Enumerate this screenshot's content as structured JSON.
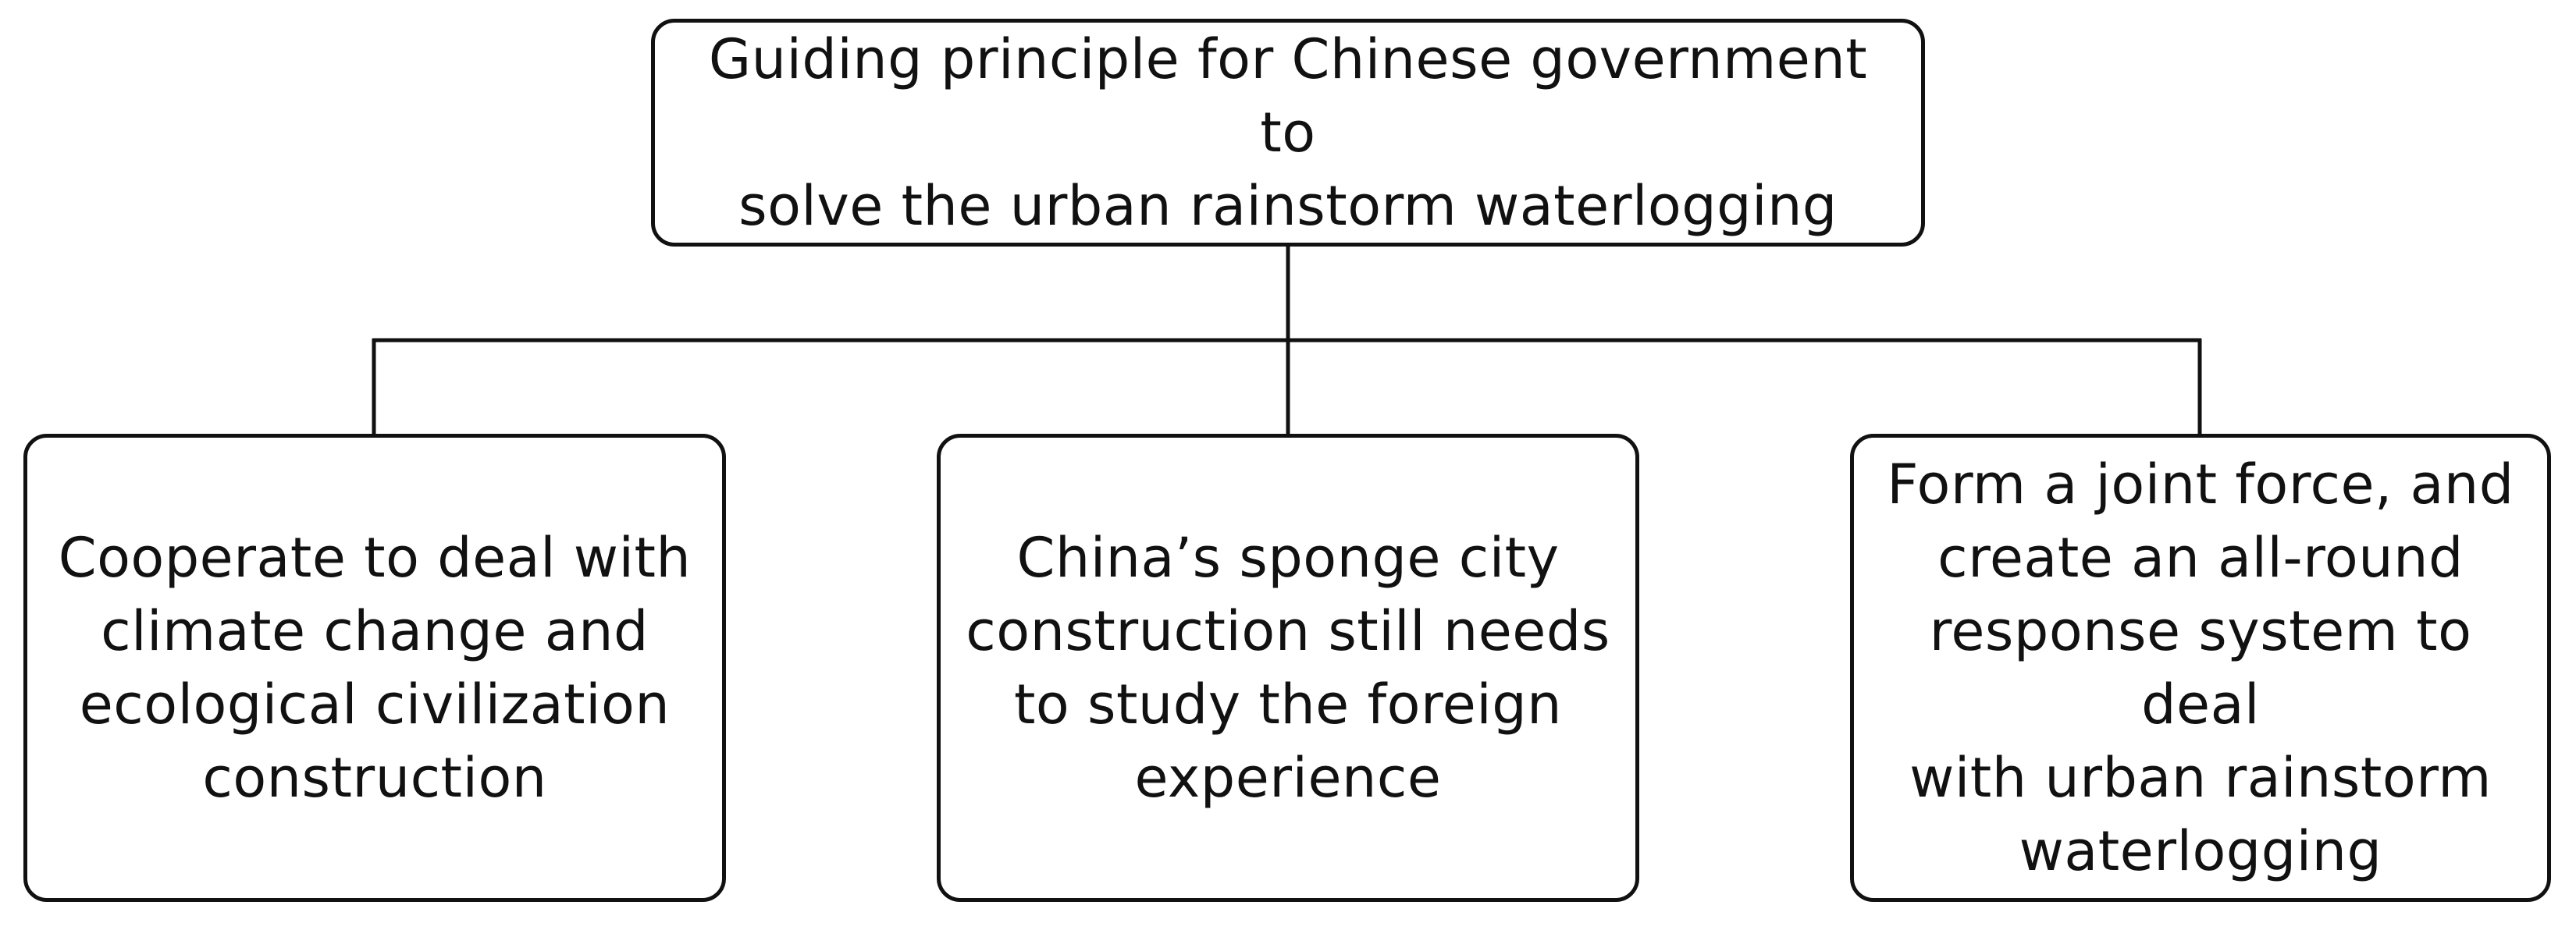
{
  "diagram": {
    "type": "tree",
    "root": {
      "lines": [
        "Guiding principle for Chinese government to",
        "solve the urban rainstorm waterlogging"
      ]
    },
    "children": [
      {
        "lines": [
          "Cooperate to deal with",
          "climate change and",
          "ecological civilization",
          "construction"
        ]
      },
      {
        "lines": [
          "China’s sponge city",
          "construction still needs",
          "to study the foreign",
          "experience"
        ]
      },
      {
        "lines": [
          "Form a joint force, and",
          "create an all-round",
          "response system to deal",
          "with urban rainstorm",
          "waterlogging"
        ]
      }
    ],
    "colors": {
      "border": "#111111",
      "background": "#ffffff",
      "text": "#111111"
    }
  }
}
